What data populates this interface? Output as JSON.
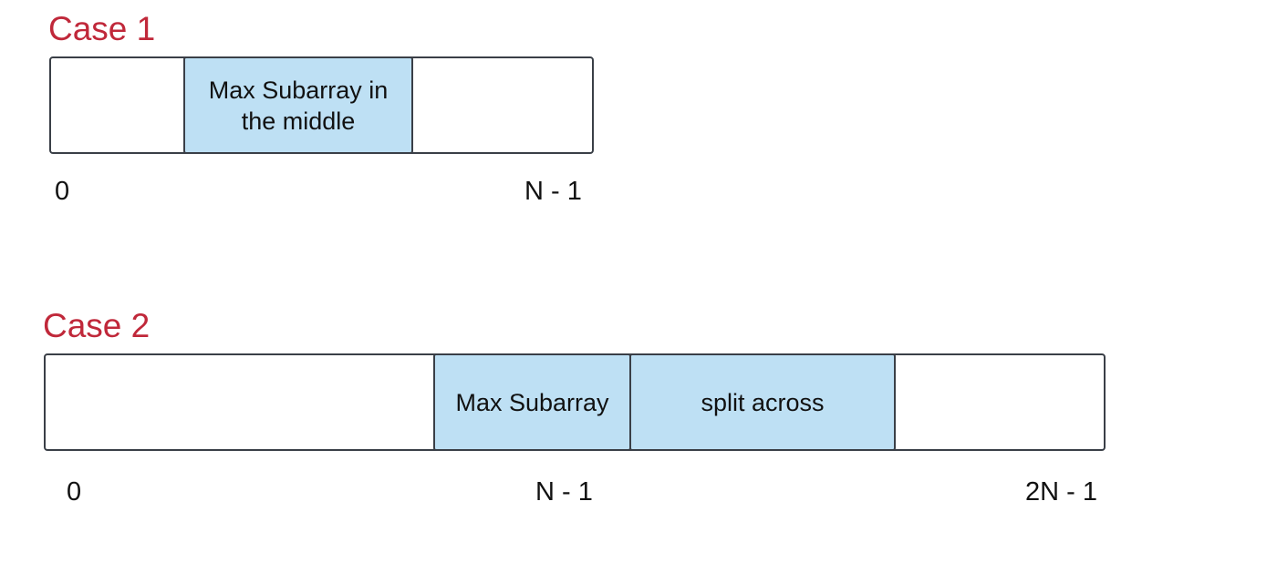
{
  "colors": {
    "title": "#c0283a",
    "highlight": "#bee0f4",
    "border": "#3a3f47",
    "text": "#111111"
  },
  "case1": {
    "title": "Case 1",
    "highlight_label": "Max Subarray in the middle",
    "start_label": "0",
    "end_label": "N - 1"
  },
  "case2": {
    "title": "Case 2",
    "highlight_left_label": "Max Subarray",
    "highlight_right_label": "split across",
    "start_label": "0",
    "mid_label": "N - 1",
    "end_label": "2N - 1"
  }
}
